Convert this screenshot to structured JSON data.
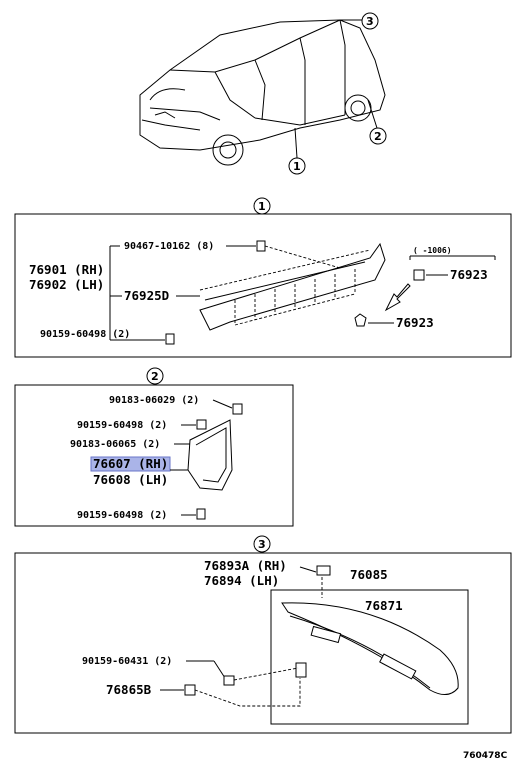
{
  "callouts": {
    "c1": "1",
    "c2": "2",
    "c3": "3"
  },
  "section1": {
    "bolt_top": "90467-10162 (8)",
    "rocker_rh": "76901 (RH)",
    "rocker_lh": "76902 (LH)",
    "part_76925d": "76925D",
    "screw_bottom": "90159-60498 (2)",
    "date_note": "(    -1006)",
    "clip_upper": "76923",
    "clip_lower": "76923"
  },
  "section2": {
    "p1": "90183-06029 (2)",
    "p2": "90159-60498 (2)",
    "p3": "90183-06065 (2)",
    "mud_rh": "76607 (RH)",
    "mud_lh": "76608 (LH)",
    "p4": "90159-60498 (2)"
  },
  "section3": {
    "bracket_rh": "76893A (RH)",
    "bracket_lh": "76894 (LH)",
    "spoiler_assy": "76085",
    "spoiler": "76871",
    "screw": "90159-60431 (2)",
    "part_76865b": "76865B"
  },
  "figure_code": "760478C",
  "colors": {
    "highlight": "#aab4e8",
    "line": "#000000"
  }
}
